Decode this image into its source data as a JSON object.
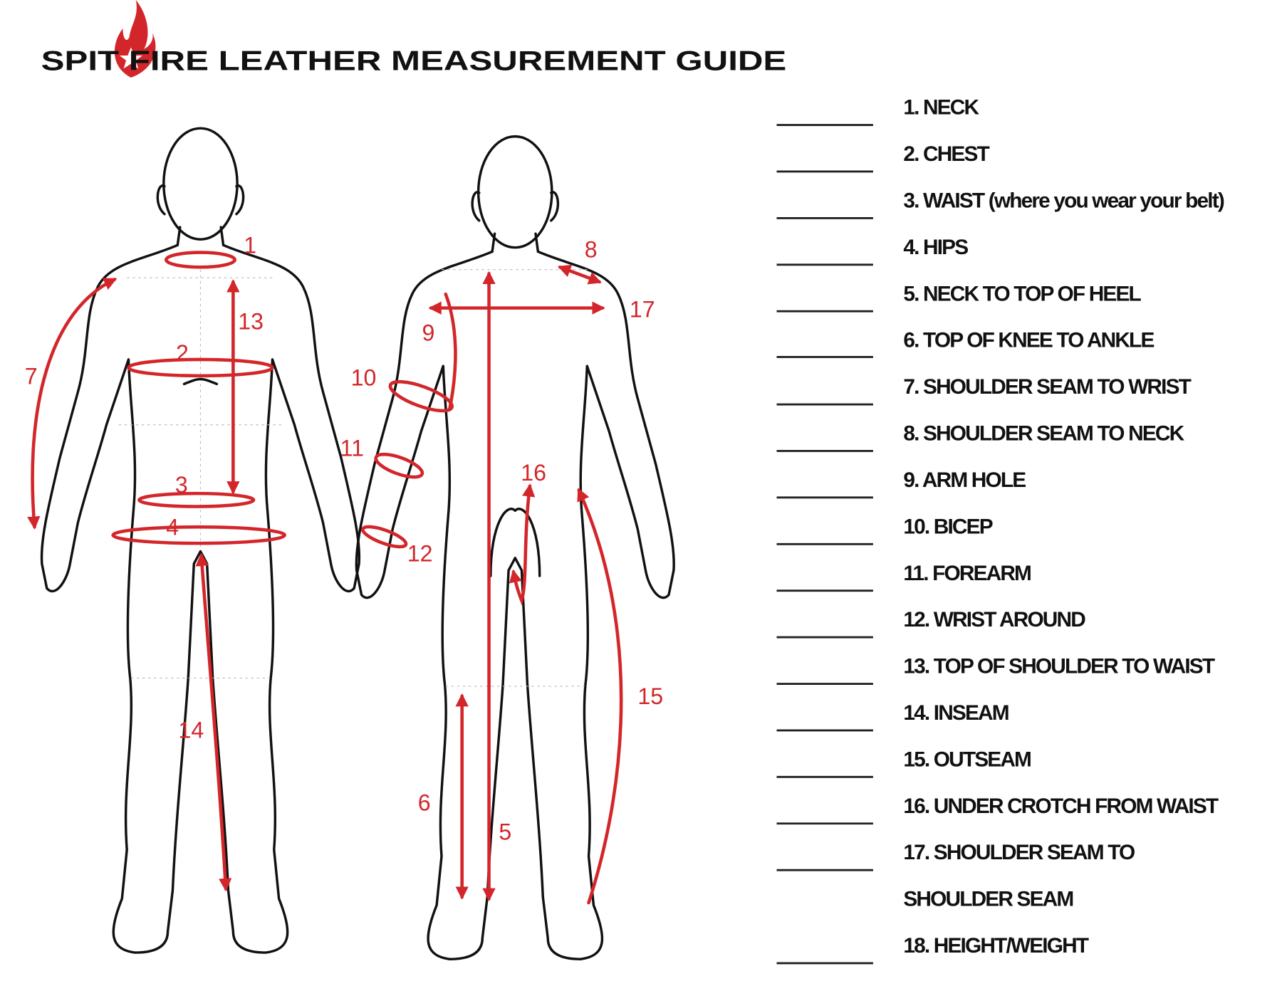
{
  "header": {
    "title": "SPIT FIRE LEATHER MEASUREMENT GUIDE",
    "brand_color": "#d3262a"
  },
  "figures": {
    "front_labels": [
      "1",
      "2",
      "3",
      "4",
      "7",
      "13",
      "14"
    ],
    "back_labels": [
      "8",
      "17",
      "9",
      "10",
      "11",
      "12",
      "16",
      "15",
      "6",
      "5"
    ]
  },
  "measurements": [
    "1. NECK",
    "2. CHEST",
    "3. WAIST (where you wear your belt)",
    "4. HIPS",
    "5. NECK TO TOP OF HEEL",
    "6. TOP OF KNEE TO ANKLE",
    "7. SHOULDER SEAM TO WRIST",
    "8. SHOULDER SEAM TO NECK",
    "9. ARM HOLE",
    "10. BICEP",
    "11. FOREARM",
    "12. WRIST AROUND",
    "13. TOP OF SHOULDER TO WAIST",
    "14. INSEAM",
    "15. OUTSEAM",
    "16. UNDER CROTCH  FROM WAIST",
    "17. SHOULDER SEAM TO",
    "SHOULDER SEAM",
    "18. HEIGHT/WEIGHT"
  ]
}
